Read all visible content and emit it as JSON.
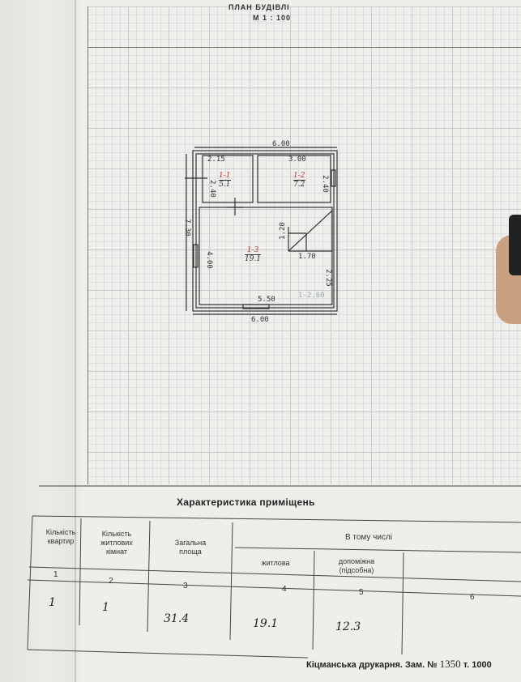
{
  "header": {
    "title": "ПЛАН БУДІВЛІ",
    "scale": "М 1 : 100"
  },
  "plan": {
    "dims": {
      "top_total": "6.00",
      "bottom_total": "6.00",
      "left_total": "7.30",
      "room1_width": "2.15",
      "room1_height": "2.40",
      "room2_width": "3.00",
      "room2_height": "2.40",
      "room3_height": "4.00",
      "room3_width": "5.50",
      "stair_height": "1.20",
      "stair_width": "1.70",
      "room3_side": "2.25"
    },
    "rooms": [
      {
        "code": "1-1",
        "area": "5.1"
      },
      {
        "code": "1-2",
        "area": "7.2"
      },
      {
        "code": "1-3",
        "area": "19.1"
      }
    ],
    "note": "1-2.60"
  },
  "table": {
    "title": "Характеристика приміщень",
    "headers": {
      "col1": "Кількість квартир",
      "col2": "Кількість житлових кімнат",
      "col3": "Загальна площа",
      "group": "В тому числі",
      "col4": "житлова",
      "col5": "допоміжна (підсобна)"
    },
    "column_numbers": [
      "1",
      "2",
      "3",
      "4",
      "5",
      "6"
    ],
    "values": [
      "1",
      "1",
      "31.4",
      "19.1",
      "12.3",
      ""
    ]
  },
  "footer": {
    "text": "Кіцманська друкарня. Зам. №",
    "order": "1350",
    "suffix": "т. 1000"
  }
}
